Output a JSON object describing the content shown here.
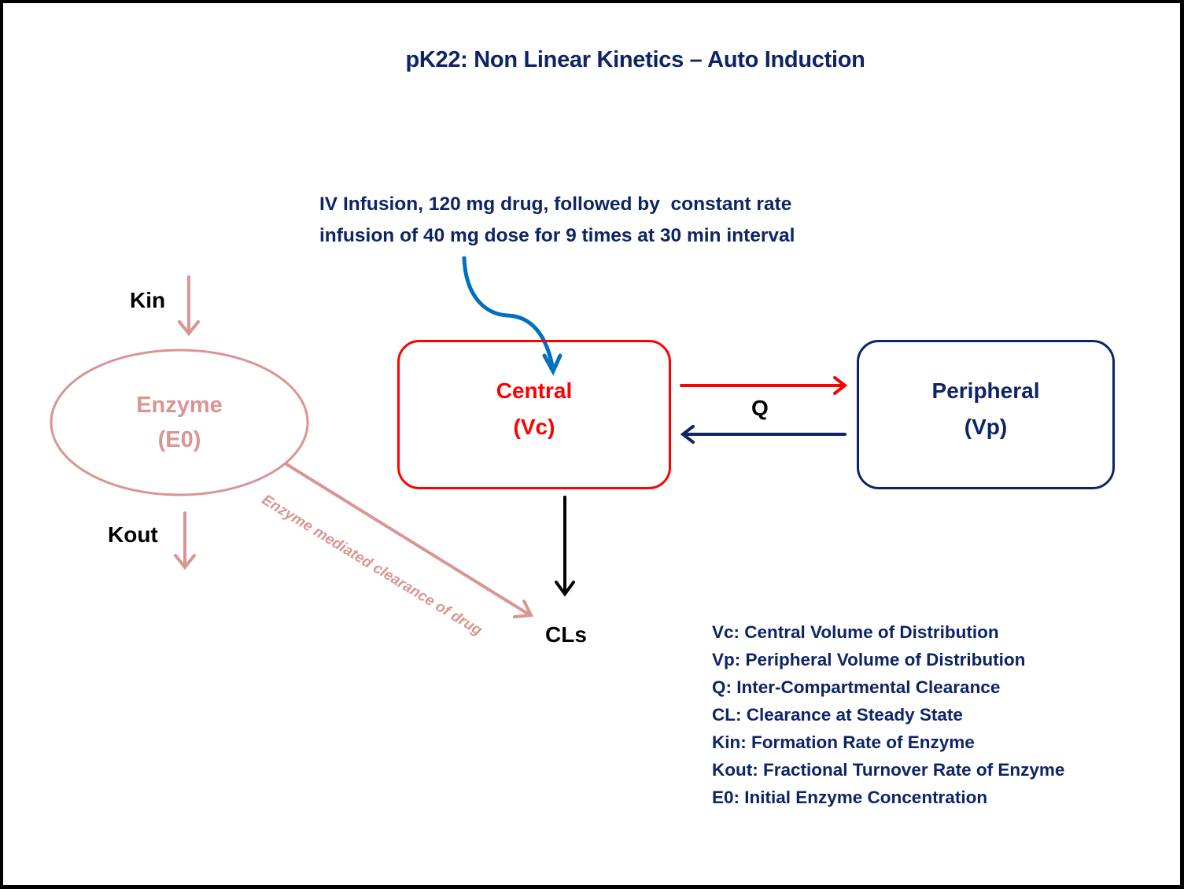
{
  "title": "pK22: Non Linear Kinetics – Auto Induction",
  "dosing": {
    "line1": "IV Infusion, 120 mg drug, followed by  constant rate",
    "line2": "infusion of 40 mg dose for 9 times at 30 min interval"
  },
  "compartments": {
    "central": {
      "name": "Central",
      "symbol": "(Vc)"
    },
    "peripheral": {
      "name": "Peripheral",
      "symbol": "(Vp)"
    },
    "enzyme": {
      "name": "Enzyme",
      "symbol": "(E0)"
    }
  },
  "labels": {
    "q": "Q",
    "kin": "Kin",
    "kout": "Kout",
    "cls": "CLs",
    "enzyme_clearance": "Enzyme mediated clearance of drug"
  },
  "legend": [
    "Vc: Central Volume of Distribution",
    "Vp: Peripheral Volume of Distribution",
    "Q: Inter-Compartmental Clearance",
    "CL: Clearance at Steady State",
    "Kin: Formation Rate of Enzyme",
    "Kout: Fractional Turnover Rate of Enzyme",
    "E0: Initial Enzyme Concentration"
  ],
  "colors": {
    "title_navy": "#0d2466",
    "central_red": "#ff0000",
    "enzyme_pink": "#d99594",
    "infusion_blue": "#0070c0",
    "elimination_black": "#000000"
  }
}
